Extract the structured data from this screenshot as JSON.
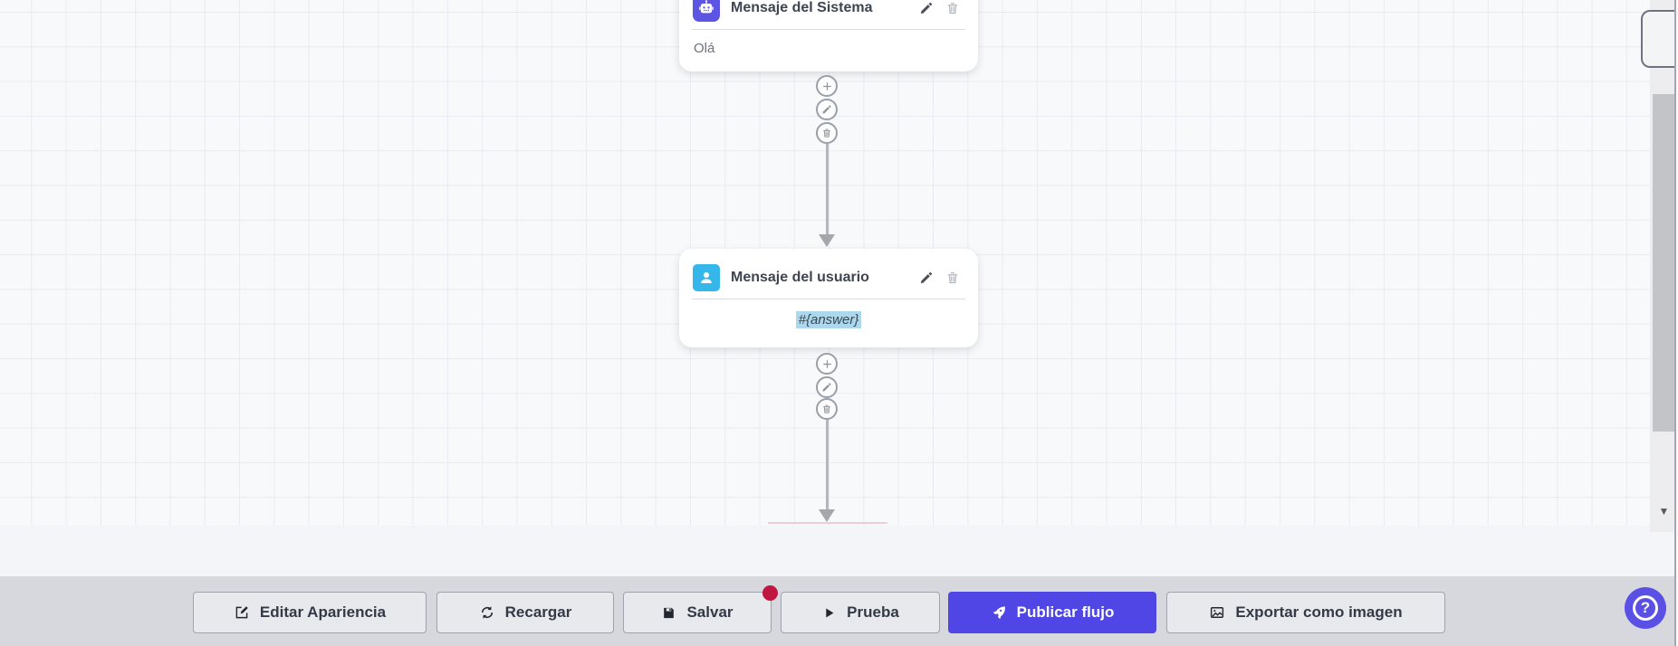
{
  "canvas": {
    "background": "#f8f9fb",
    "grid_line_color": "#e9ebf2",
    "nodes": [
      {
        "title": "Mensaje del Sistema",
        "content": "Olá",
        "icon": "robot-icon",
        "icon_bg": "#5c54e2",
        "actions": [
          "edit",
          "delete"
        ]
      },
      {
        "title": "Mensaje del usuario",
        "content": "#{answer}",
        "icon": "user-icon",
        "icon_bg": "#35b8e9",
        "highlight_bg": "#acd8ee",
        "actions": [
          "edit",
          "delete"
        ]
      }
    ],
    "connector_menu": [
      {
        "name": "add",
        "icon": "plus-icon"
      },
      {
        "name": "edit",
        "icon": "pencil-icon"
      },
      {
        "name": "delete",
        "icon": "trash-icon"
      }
    ]
  },
  "toolbar": {
    "background": "#d6d8de",
    "accent": "#4f46e5",
    "badge_color": "#bf1742",
    "buttons": [
      {
        "label": "Editar Apariencia",
        "icon": "edit-square-icon"
      },
      {
        "label": "Recargar",
        "icon": "refresh-icon"
      },
      {
        "label": "Salvar",
        "icon": "save-icon",
        "badge": true
      },
      {
        "label": "Prueba",
        "icon": "play-icon"
      },
      {
        "label": "Publicar flujo",
        "icon": "rocket-icon",
        "primary": true
      },
      {
        "label": "Exportar como imagen",
        "icon": "image-icon"
      }
    ]
  },
  "help_button": {
    "label": "?",
    "bg": "#5a50e6"
  },
  "scrollbar": {
    "down_arrow": "▼",
    "thumb_color": "#c2c4c8",
    "track_color": "#ededef"
  }
}
